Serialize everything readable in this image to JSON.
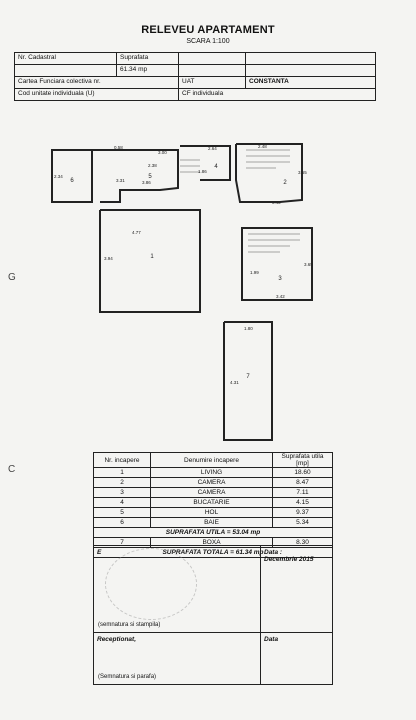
{
  "header": {
    "title": "RELEVEU APARTAMENT",
    "scale": "SCARA 1:100"
  },
  "info_table": {
    "nr_cadastral_label": "Nr. Cadastral",
    "suprafata_label": "Suprafata",
    "suprafata_value": "61.34 mp",
    "carte_funciara_label": "Cartea Funciara colectiva nr.",
    "uat_label": "UAT",
    "uat_value": "CONSTANTA",
    "cod_label": "Cod unitate individuala (U)",
    "cf_label": "CF individuala"
  },
  "plan": {
    "room_labels": [
      "1",
      "2",
      "3",
      "4",
      "5",
      "6",
      "7"
    ],
    "dimensions": [
      "0.58",
      "3.00",
      "2.64",
      "2.48",
      "3.31",
      "3.86",
      "1.86",
      "3.65",
      "2.34",
      "4.77",
      "3.94",
      "3.42",
      "3.65",
      "1.99",
      "3.42",
      "1.80",
      "4.31",
      "2.38"
    ]
  },
  "rooms_table": {
    "headers": [
      "Nr. incapere",
      "Denumire incapere",
      "Suprafata utila [mp]"
    ],
    "rows": [
      {
        "nr": "1",
        "name": "LIVING",
        "area": "18.60"
      },
      {
        "nr": "2",
        "name": "CAMERA",
        "area": "8.47"
      },
      {
        "nr": "3",
        "name": "CAMERA",
        "area": "7.11"
      },
      {
        "nr": "4",
        "name": "BUCATARIE",
        "area": "4.15"
      },
      {
        "nr": "5",
        "name": "HOL",
        "area": "9.37"
      },
      {
        "nr": "6",
        "name": "BAIE",
        "area": "5.34"
      }
    ],
    "suprafata_utila": "SUPRAFATA UTILA = 53.04 mp",
    "boxa": {
      "nr": "7",
      "name": "BOXA",
      "area": "8.30"
    },
    "suprafata_totala": "SUPRAFATA TOTALA = 61.34 mp"
  },
  "signatures": {
    "executant_label": "E",
    "semnatura_stampila": "(semnatura si stampila)",
    "data_label": "Data :",
    "data_value": "Decembrie 2015",
    "receptionat_label": "Receptionat,",
    "data2_label": "Data",
    "semnatura_parafa": "(Semnatura si parafa)"
  }
}
